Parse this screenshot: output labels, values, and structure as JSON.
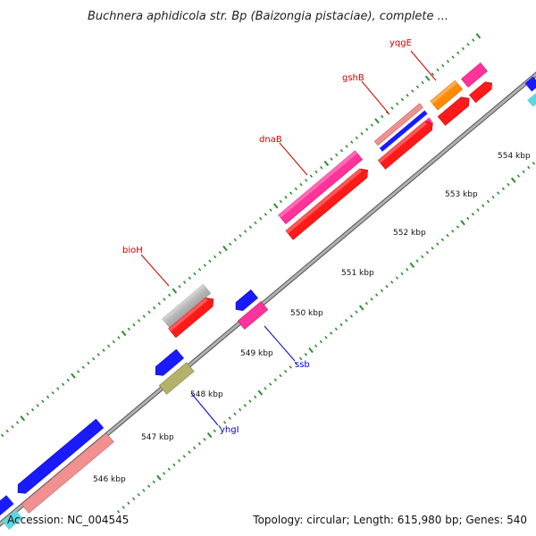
{
  "title": "Buchnera aphidicola str. Bp (Baizongia pistaciae), complete ...",
  "footer": {
    "accession": "Accession: NC_004545",
    "summary": "Topology: circular; Length: 615,980 bp; Genes: 540"
  },
  "scale_ticks": [
    {
      "label": "546 kbp"
    },
    {
      "label": "547 kbp"
    },
    {
      "label": "548 kbp"
    },
    {
      "label": "549 kbp"
    },
    {
      "label": "550 kbp"
    },
    {
      "label": "551 kbp"
    },
    {
      "label": "552 kbp"
    },
    {
      "label": "553 kbp"
    },
    {
      "label": "554 kbp"
    }
  ],
  "gene_labels": [
    {
      "name": "yqgE",
      "color": "#cc0000"
    },
    {
      "name": "gshB",
      "color": "#cc0000"
    },
    {
      "name": "dnaB",
      "color": "#cc0000"
    },
    {
      "name": "bioH",
      "color": "#cc0000"
    },
    {
      "name": "ssb",
      "color": "#0000cc"
    },
    {
      "name": "yhgI",
      "color": "#0000cc"
    }
  ],
  "colors": {
    "backbone": "#8c8c8c",
    "tick": "#2e8b2e",
    "cds_forward": "#ff1a1a",
    "cds_reverse": "#1a1aff",
    "rna": "#ff3399",
    "pseudo": "#f09090",
    "hypothetical": "#c8c8c8",
    "olive": "#b5b06a",
    "orange": "#ff8c00",
    "cyan": "#5fd6e0"
  }
}
